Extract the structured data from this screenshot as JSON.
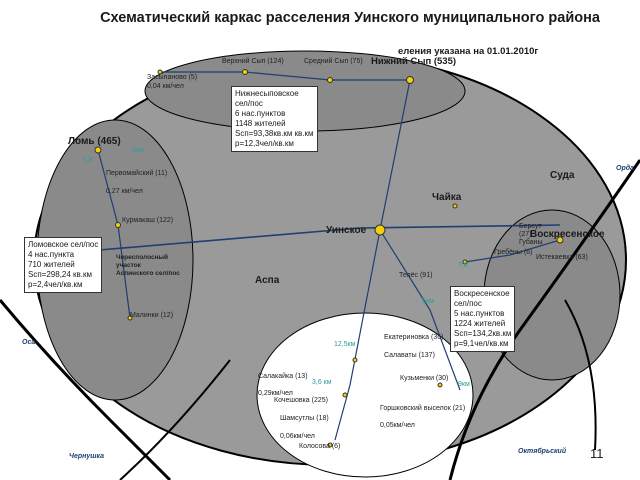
{
  "title": "Схематический каркас расселения Уинского муниципального района",
  "subtitle": "еления указана на 01.01.2010г",
  "page_number": "11",
  "colors": {
    "zone_fill": "#9a9a9a",
    "inner_fill": "#ffffff",
    "border": "#000000",
    "road": "#1f3f72",
    "distance": "#2e9c9c",
    "settlement": "#f3d10a"
  },
  "centers": {
    "nizhny_syp": "Нижний Сып (535)",
    "lom": "Ломь (465)",
    "chaika": "Чайка",
    "suda": "Суда",
    "voskresenskoe": "Воскресенское",
    "uinskoe": "Уинское",
    "aspa": "Аспа"
  },
  "places": {
    "verkhny_syp": "Верхний Сып (124)",
    "sredny_syp": "Средний Сып (75)",
    "zasyparovo_name": "Засыпаново (5)",
    "zasyparovo_info": "0,04 км/чел",
    "pervomaisky_name": "Первомайский (11)",
    "pervomaisky_info": "0,27 км/чел",
    "kurmakash": "Курмакаш (122)",
    "uchastok_1": "Чересполосный",
    "uchastok_2": "участок",
    "uchastok_3": "Аспинского сел/пос",
    "malinovka": "Малинки (12)",
    "telez": "Телёс (91)",
    "bersut_1": "Берсут",
    "bersut_2": "(27)",
    "gubany": "Губаны",
    "grebeny": "Гребёны (6)",
    "istekaevka": "Истекаевка (63)",
    "ekaterinovka": "Екатериновка (36)",
    "solavaty": "Салаваты (137)",
    "kuzmenki": "Кузьменки (30)",
    "salaksyka_name": "Салакайка (13)",
    "salaksyka_info": "0,29км/чел",
    "kochesovka": "Кочешовка (225)",
    "shamsutly_name": "Шамсутлы (18)",
    "shamsutly_info": "0,06км/чел",
    "kolosovka": "Колосова (6)",
    "gorshkovsky_name": "Горшковский выселок (21)",
    "gorshkovsky_info": "0,05км/чел"
  },
  "roads": {
    "orda": "Орда",
    "osa": "Оса",
    "chernushka": "Чернушка",
    "oktyabrsky": "Октябрьский"
  },
  "distances": {
    "d_58": "5,8",
    "d_3km": "3км",
    "d_125": "12,5км",
    "d_36": "3,6 км",
    "d_78": "7,8",
    "d_5km": "5км",
    "d_9km": "9км"
  },
  "info_boxes": {
    "nizhnesyp": {
      "line1": "Нижнесыповское",
      "line2": "сел/пос",
      "line3": "6 нас.пунктов",
      "line4": "1148 жителей",
      "line5": "Sсп=93,38кв.км кв.км",
      "line6": "р=12,3чел/кв.км"
    },
    "lomovskoe": {
      "line1": "Ломовское сел/пос",
      "line2": "4 нас.пункта",
      "line3": "710 жителей",
      "line4": "Sсп=298,24 кв.км",
      "line5": "р=2,4чел/кв.км"
    },
    "voskresenskoe": {
      "line1": "Воскресенское",
      "line2": "сел/пос",
      "line3": "5 нас.пунктов",
      "line4": "1224 жителей",
      "line5": "Sсп=134,2кв.км",
      "line6": "р=9,1чел/кв.км"
    }
  }
}
